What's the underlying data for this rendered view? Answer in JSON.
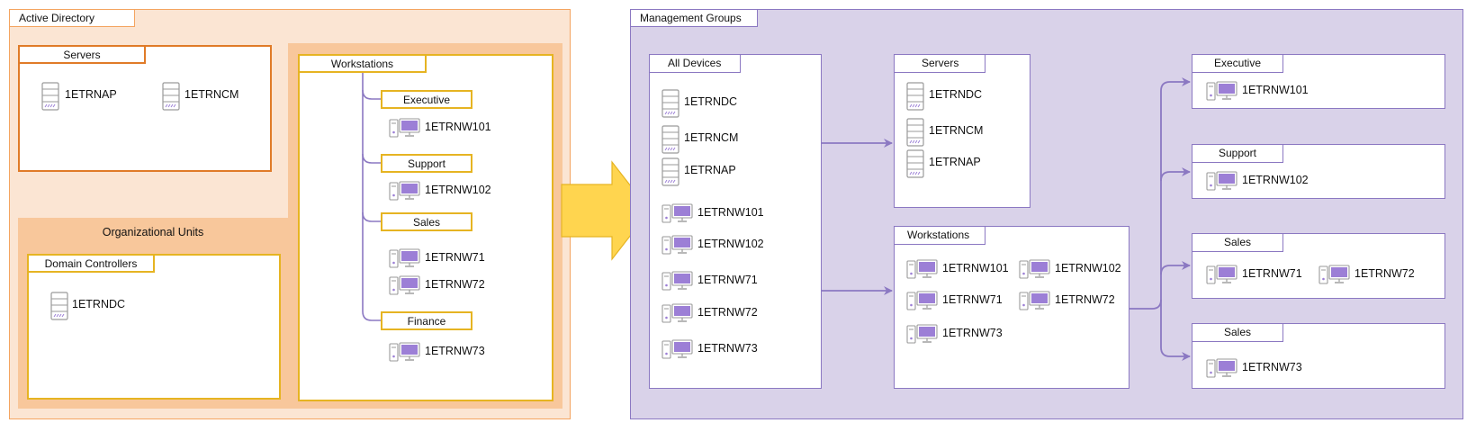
{
  "colors": {
    "ad_border": "#f4a460",
    "ad_fill": "#fbe5d3",
    "ou_fill": "#f8c79b",
    "orange_border": "#e07b28",
    "gold_border": "#e6b422",
    "arrow_fill": "#ffd54f",
    "mg_fill": "#d9d2e9",
    "mg_border": "#8b78c2",
    "purple_icon": "#9c7fd6"
  },
  "active_directory": {
    "title": "Active Directory",
    "servers": {
      "label": "Servers",
      "items": [
        "1ETRNAP",
        "1ETRNCM"
      ]
    },
    "organizational_units": {
      "title": "Organizational Units",
      "domain_controllers": {
        "label": "Domain Controllers",
        "items": [
          "1ETRNDC"
        ]
      }
    },
    "workstations": {
      "label": "Workstations",
      "groups": [
        {
          "label": "Executive",
          "items": [
            "1ETRNW101"
          ]
        },
        {
          "label": "Support",
          "items": [
            "1ETRNW102"
          ]
        },
        {
          "label": "Sales",
          "items": [
            "1ETRNW71",
            "1ETRNW72"
          ]
        },
        {
          "label": "Finance",
          "items": [
            "1ETRNW73"
          ]
        }
      ]
    }
  },
  "management_groups": {
    "title": "Management Groups",
    "all_devices": {
      "label": "All Devices",
      "servers": [
        "1ETRNDC",
        "1ETRNCM",
        "1ETRNAP"
      ],
      "workstations": [
        "1ETRNW101",
        "1ETRNW102",
        "1ETRNW71",
        "1ETRNW72",
        "1ETRNW73"
      ]
    },
    "servers": {
      "label": "Servers",
      "items": [
        "1ETRNDC",
        "1ETRNCM",
        "1ETRNAP"
      ]
    },
    "workstations": {
      "label": "Workstations",
      "items": [
        "1ETRNW101",
        "1ETRNW102",
        "1ETRNW71",
        "1ETRNW72",
        "1ETRNW73"
      ]
    },
    "executive": {
      "label": "Executive",
      "items": [
        "1ETRNW101"
      ]
    },
    "support": {
      "label": "Support",
      "items": [
        "1ETRNW102"
      ]
    },
    "sales_1": {
      "label": "Sales",
      "items": [
        "1ETRNW71",
        "1ETRNW72"
      ]
    },
    "sales_2": {
      "label": "Sales",
      "items": [
        "1ETRNW73"
      ]
    }
  }
}
